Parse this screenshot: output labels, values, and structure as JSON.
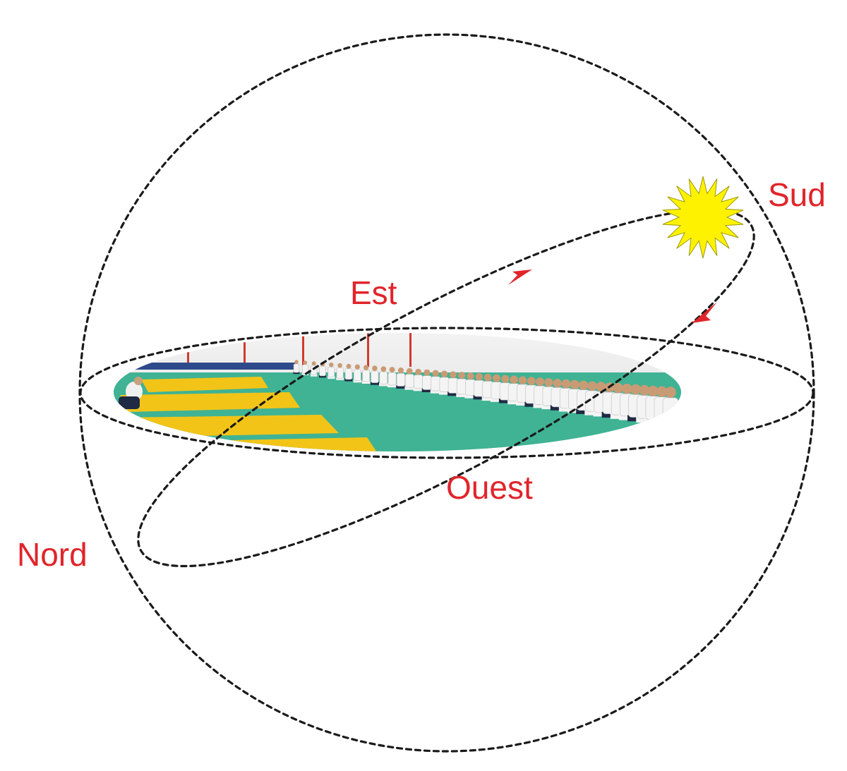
{
  "labels": {
    "south": "Sud",
    "east": "Est",
    "west": "Ouest",
    "north": "Nord"
  },
  "colors": {
    "label": "#e0252b",
    "arrow": "#e0252b",
    "sun_fill": "#fff200",
    "sun_stroke": "#9a9a10",
    "orbit_line": "#1a1a1a",
    "mat_green": "#3fb394",
    "mat_yellow": "#f2c418",
    "wall": "#e9e9e9",
    "gi_white": "#f4f4f4",
    "hakama": "#1f2a44"
  },
  "icons": {
    "sun": "sun-icon",
    "arrow_up": "arrow-rising-icon",
    "arrow_down": "arrow-setting-icon"
  },
  "scene": {
    "description_icon": "dojo-photo"
  }
}
